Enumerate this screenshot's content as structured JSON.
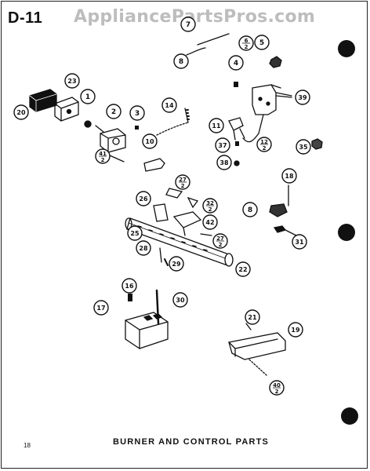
{
  "header": {
    "page_id": "D-11",
    "watermark": "AppliancePartsPros.com"
  },
  "footer": {
    "page_number": "18",
    "section_title": "BURNER AND CONTROL PARTS"
  },
  "callouts": [
    {
      "id": "c-7",
      "text": "7"
    },
    {
      "id": "c-8-top",
      "text": "8"
    },
    {
      "id": "c-6-2",
      "text": "6",
      "sub": "2"
    },
    {
      "id": "c-5",
      "text": "5"
    },
    {
      "id": "c-4",
      "text": "4"
    },
    {
      "id": "c-39-r",
      "text": "39"
    },
    {
      "id": "c-23",
      "text": "23"
    },
    {
      "id": "c-20",
      "text": "20"
    },
    {
      "id": "c-1",
      "text": "1"
    },
    {
      "id": "c-2",
      "text": "2"
    },
    {
      "id": "c-3",
      "text": "3"
    },
    {
      "id": "c-14",
      "text": "14"
    },
    {
      "id": "c-11",
      "text": "11"
    },
    {
      "id": "c-10",
      "text": "10"
    },
    {
      "id": "c-37",
      "text": "37"
    },
    {
      "id": "c-38",
      "text": "38"
    },
    {
      "id": "c-12-2",
      "text": "12",
      "sub": "2"
    },
    {
      "id": "c-35",
      "text": "35"
    },
    {
      "id": "c-41-2",
      "text": "41",
      "sub": "2"
    },
    {
      "id": "c-27-2-top",
      "text": "27",
      "sub": "2"
    },
    {
      "id": "c-26",
      "text": "26"
    },
    {
      "id": "c-32-2",
      "text": "32",
      "sub": "2"
    },
    {
      "id": "c-42",
      "text": "42"
    },
    {
      "id": "c-25",
      "text": "25"
    },
    {
      "id": "c-27-2-bot",
      "text": "27",
      "sub": "2"
    },
    {
      "id": "c-28",
      "text": "28"
    },
    {
      "id": "c-29",
      "text": "29"
    },
    {
      "id": "c-22",
      "text": "22"
    },
    {
      "id": "c-18-r",
      "text": "18"
    },
    {
      "id": "c-8-r",
      "text": "8"
    },
    {
      "id": "c-31",
      "text": "31"
    },
    {
      "id": "c-16",
      "text": "16"
    },
    {
      "id": "c-17",
      "text": "17"
    },
    {
      "id": "c-30",
      "text": "30"
    },
    {
      "id": "c-21",
      "text": "21"
    },
    {
      "id": "c-19",
      "text": "19"
    },
    {
      "id": "c-40-2",
      "text": "40",
      "sub": "2"
    }
  ]
}
